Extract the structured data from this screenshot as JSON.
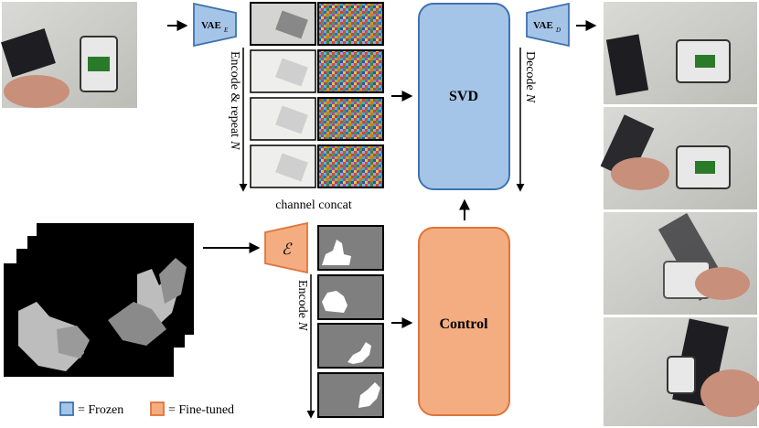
{
  "blocks": {
    "vae_encoder": {
      "label": "VAE",
      "sub": "E"
    },
    "vae_decoder": {
      "label": "VAE",
      "sub": "D"
    },
    "svd": {
      "label": "SVD"
    },
    "control": {
      "label": "Control"
    },
    "mask_encoder": {
      "label": "ℰ"
    }
  },
  "annotations": {
    "encode_repeat": "Encode & repeat",
    "encode_repeat_n": "N",
    "channel_concat": "channel concat",
    "decode": "Decode",
    "decode_n": "N",
    "encode": "Encode",
    "encode_n": "N"
  },
  "legend": {
    "frozen": "= Frozen",
    "finetuned": "= Fine-tuned"
  },
  "colors": {
    "frozen_fill": "#a5c5e8",
    "frozen_stroke": "#3f72ae",
    "tuned_fill": "#f4ad80",
    "tuned_stroke": "#e0743a",
    "mask_gray": "#7f7f7f"
  }
}
